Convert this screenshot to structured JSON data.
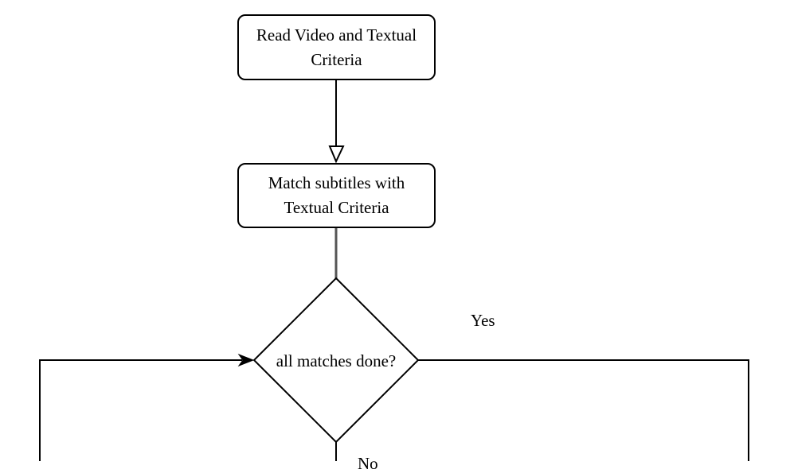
{
  "nodes": {
    "read": {
      "line1": "Read Video and Textual",
      "line2": "Criteria"
    },
    "match": {
      "line1": "Match subtitles with",
      "line2": "Textual Criteria"
    },
    "decision": {
      "label": "all matches done?"
    }
  },
  "edges": {
    "yes_label": "Yes",
    "no_label": "No"
  }
}
